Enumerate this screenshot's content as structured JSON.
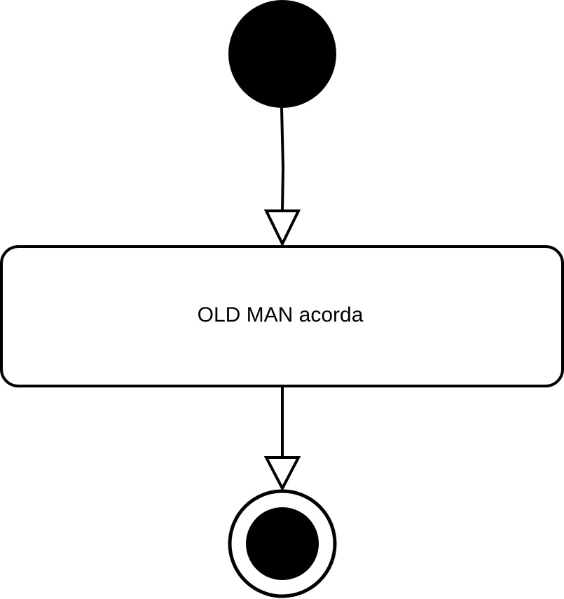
{
  "diagram": {
    "type": "uml-activity",
    "nodes": [
      {
        "id": "initial",
        "kind": "initial-node"
      },
      {
        "id": "action-1",
        "kind": "action",
        "label": "OLD MAN acorda"
      },
      {
        "id": "final",
        "kind": "final-node"
      }
    ],
    "edges": [
      {
        "from": "initial",
        "to": "action-1",
        "arrowhead": "hollow-triangle"
      },
      {
        "from": "action-1",
        "to": "final",
        "arrowhead": "hollow-triangle"
      }
    ],
    "colors": {
      "stroke": "#000000",
      "node_fill": "#000000",
      "background": "#ffffff"
    }
  }
}
